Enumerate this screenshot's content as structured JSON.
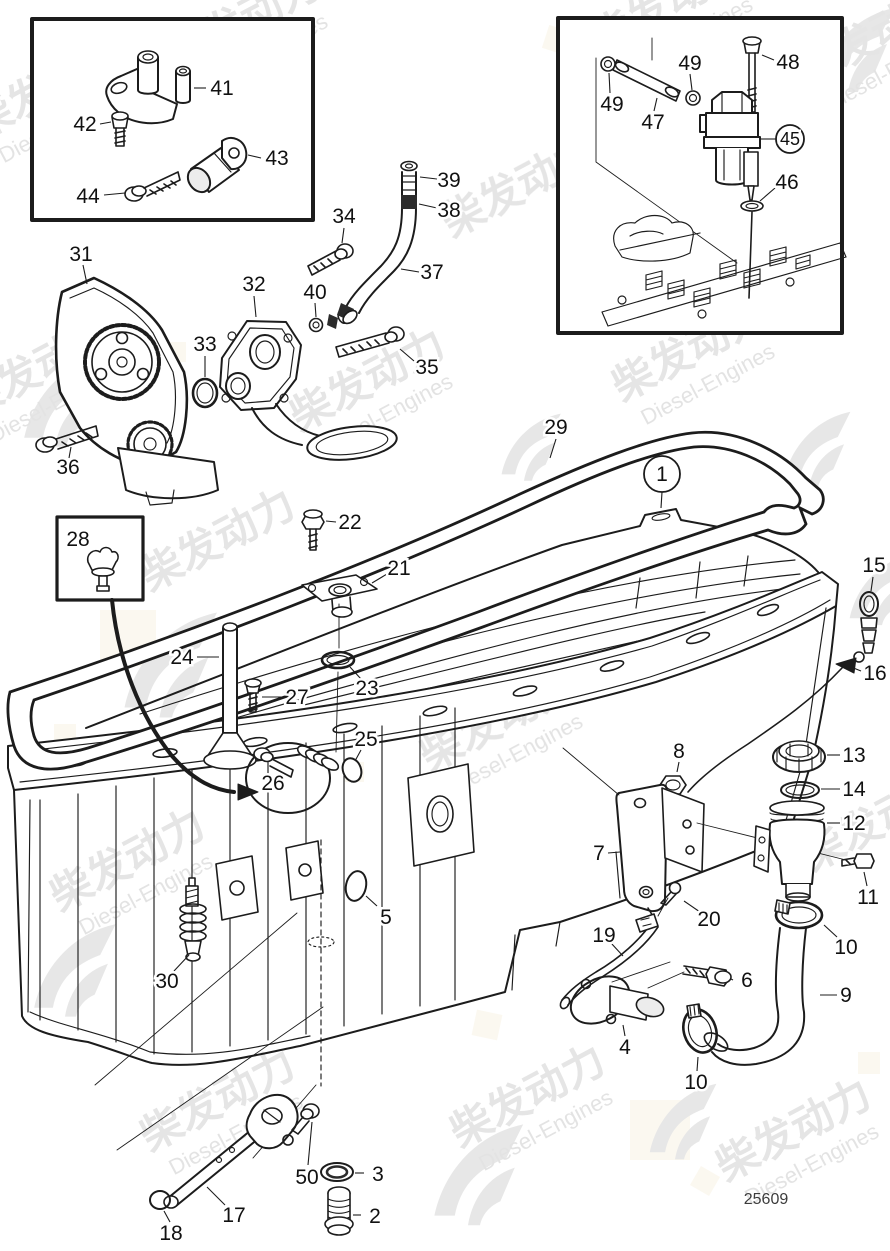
{
  "diagram": {
    "type": "exploded-parts-diagram",
    "subject": "Oil sump / oil pan assembly with oil pump, filler and drain components",
    "drawing_number": "25609",
    "watermark": {
      "cn": "柴发动力",
      "en": "Diesel-Engines"
    },
    "colors": {
      "line": "#1c1c1c",
      "background": "#ffffff",
      "watermark": "#d5d5d5",
      "tint": "#f6eeda",
      "label": "#111111"
    },
    "circled_callouts": [
      "1",
      "45"
    ],
    "inset_boxes": [
      {
        "name": "bracket-kit",
        "callouts": [
          "41",
          "42",
          "43",
          "44"
        ]
      },
      {
        "name": "pump-drive-kit",
        "callouts": [
          "45",
          "46",
          "47",
          "48",
          "49",
          "49"
        ]
      }
    ],
    "callouts": {
      "c1": "1",
      "c2": "2",
      "c3": "3",
      "c4": "4",
      "c5": "5",
      "c6": "6",
      "c7": "7",
      "c8": "8",
      "c9": "9",
      "c10": "10",
      "c11": "11",
      "c12": "12",
      "c13": "13",
      "c14": "14",
      "c15": "15",
      "c16": "16",
      "c17": "17",
      "c18": "18",
      "c19": "19",
      "c20": "20",
      "c21": "21",
      "c22": "22",
      "c23": "23",
      "c24": "24",
      "c25": "25",
      "c26": "26",
      "c27": "27",
      "c28": "28",
      "c29": "29",
      "c30": "30",
      "c31": "31",
      "c32": "32",
      "c33": "33",
      "c34": "34",
      "c35": "35",
      "c36": "36",
      "c37": "37",
      "c38": "38",
      "c39": "39",
      "c40": "40",
      "c41": "41",
      "c42": "42",
      "c43": "43",
      "c44": "44",
      "c45": "45",
      "c46": "46",
      "c47": "47",
      "c48": "48",
      "c49": "49",
      "c50": "50"
    }
  }
}
